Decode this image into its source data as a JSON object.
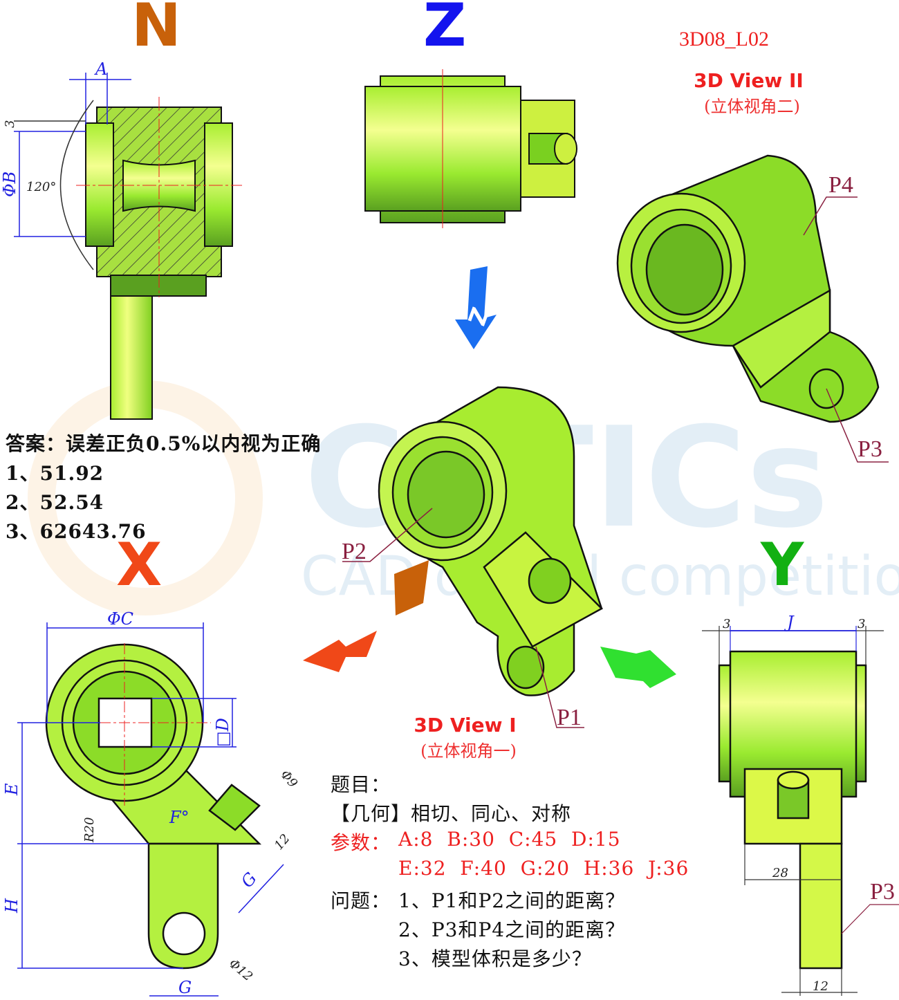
{
  "drawing_id": "3D08_L02",
  "view_labels": {
    "n": "N",
    "z": "Z",
    "x": "X",
    "y": "Y"
  },
  "view_colors": {
    "n": "#c8610a",
    "z": "#1414ee",
    "x": "#f04818",
    "y": "#12b012",
    "part": "#b4f040",
    "line": "#111111",
    "dim": "#2020e0",
    "center": "#ee2020"
  },
  "view2": {
    "title": "3D View II",
    "subtitle": "(立体视角二)"
  },
  "view1": {
    "title": "3D View I",
    "subtitle": "(立体视角一)"
  },
  "points": {
    "p1": "P1",
    "p2": "P2",
    "p3": "P3",
    "p4": "P4",
    "p3_side": "P3"
  },
  "watermark": {
    "logo": "CaTICs",
    "tagline": "CAD digital competition"
  },
  "answer": {
    "header": "答案：误差正负0.5%以内视为正确",
    "lines": [
      "1、51.92",
      "2、52.54",
      "3、62643.76"
    ]
  },
  "problem": {
    "label": "题目：",
    "geometry": "【几何】相切、同心、对称",
    "params_label": "参数：",
    "params_line1": "A:8  B:30  C:45  D:15",
    "params_line2": "E:32  F:40  G:20  H:36  J:36",
    "questions_label": "问题：",
    "questions": [
      "1、P1和P2之间的距离？",
      "2、P3和P4之间的距离？",
      "3、模型体积是多少？"
    ]
  },
  "dims": {
    "front": {
      "a": "A",
      "three": "3",
      "phi_b": "ΦB",
      "angle": "120°"
    },
    "top": {
      "phi_c": "ΦC",
      "sq_d": "□D",
      "e": "E",
      "f": "F°",
      "r20": "R20",
      "phi9": "Φ9",
      "twelve": "12",
      "g_slant": "G",
      "h": "H",
      "phi12": "Φ12",
      "g": "G"
    },
    "side": {
      "three_l": "3",
      "j": "J",
      "three_r": "3",
      "w28": "28",
      "w12": "12"
    }
  }
}
